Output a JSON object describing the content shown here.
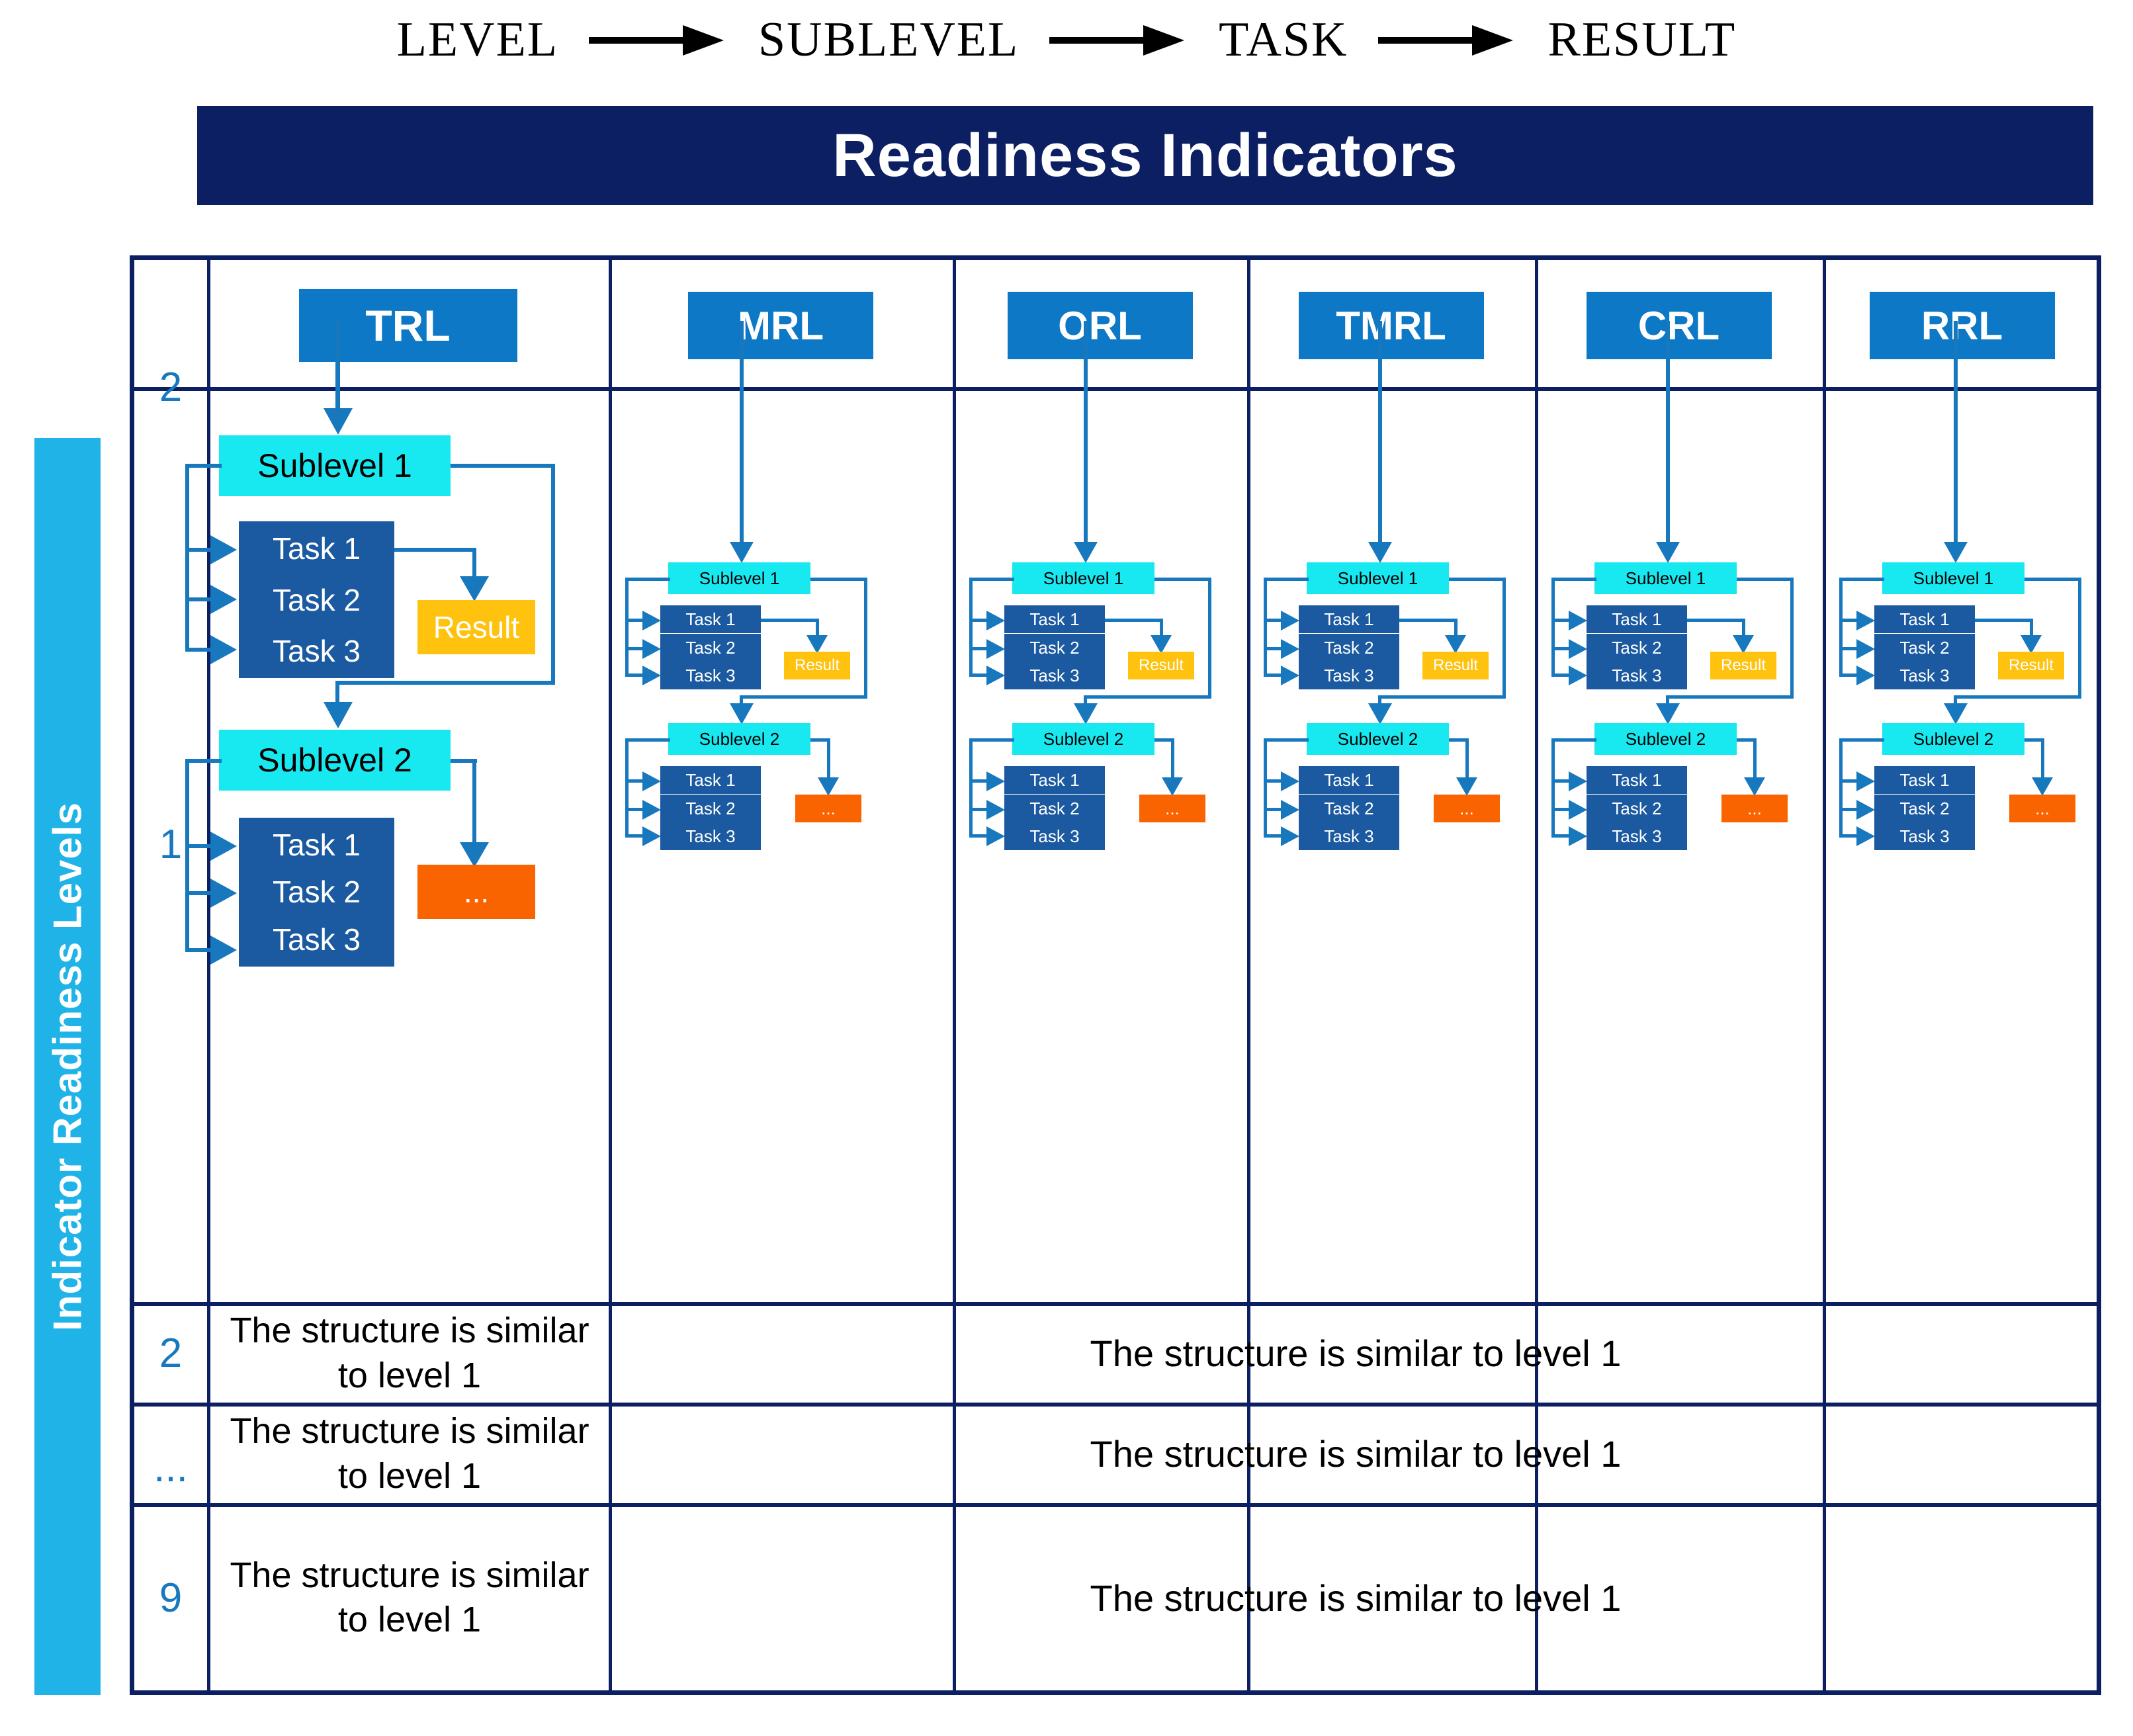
{
  "legend": {
    "steps": [
      "LEVEL",
      "SUBLEVEL",
      "TASK",
      "RESULT"
    ],
    "arrow_icon": "right-arrow-icon"
  },
  "banner": {
    "title": "Readiness Indicators",
    "color": "#0d1f63"
  },
  "side_label": {
    "text": "Indicator Readiness Levels",
    "color": "#1fb3e8"
  },
  "colors": {
    "header_chip": "#0d78c5",
    "sublevel": "#18e8f0",
    "task": "#1b5aa0",
    "result": "#ffc20e",
    "dots": "#fa6400",
    "connector": "#1878be",
    "table_border": "#0d1f63",
    "level_number": "#1878be"
  },
  "columns": [
    {
      "id": "trl",
      "label": "TRL"
    },
    {
      "id": "mrl",
      "label": "MRL"
    },
    {
      "id": "orl",
      "label": "ORL"
    },
    {
      "id": "tmrl",
      "label": "TMRL"
    },
    {
      "id": "crl",
      "label": "CRL"
    },
    {
      "id": "rrl",
      "label": "RRL"
    }
  ],
  "flow": {
    "sublevel_1": "Sublevel 1",
    "sublevel_2": "Sublevel 2",
    "tasks": [
      "Task 1",
      "Task 2",
      "Task 3"
    ],
    "result": "Result",
    "dots": "..."
  },
  "rows": [
    {
      "level": "1",
      "description": "",
      "wide_description": ""
    },
    {
      "level": "2",
      "description": "The structure is similar to level 1",
      "wide_description": "The structure is similar to level 1"
    },
    {
      "level": "...",
      "description": "The structure is similar to level 1",
      "wide_description": "The structure is similar to level 1"
    },
    {
      "level": "9",
      "description": "The structure is similar to level 1",
      "wide_description": "The structure is similar to level 1"
    }
  ]
}
